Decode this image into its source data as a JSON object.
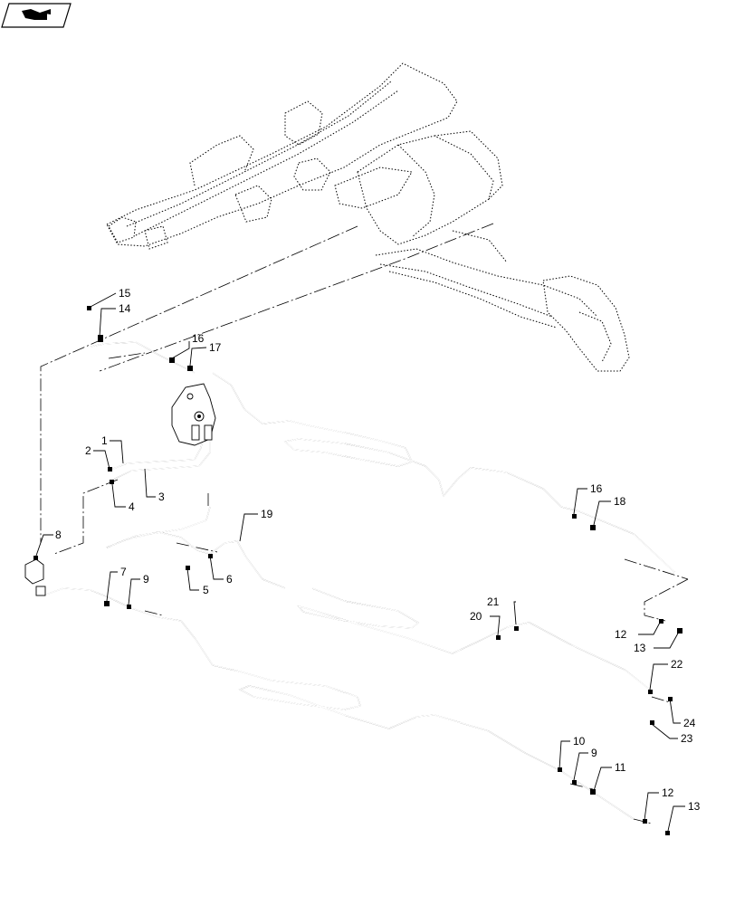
{
  "view_icon": "book-view-icon",
  "callouts": [
    {
      "id": "c15",
      "label": "15"
    },
    {
      "id": "c14",
      "label": "14"
    },
    {
      "id": "c16a",
      "label": "16"
    },
    {
      "id": "c17",
      "label": "17"
    },
    {
      "id": "c1",
      "label": "1"
    },
    {
      "id": "c2",
      "label": "2"
    },
    {
      "id": "c3",
      "label": "3"
    },
    {
      "id": "c4",
      "label": "4"
    },
    {
      "id": "c8",
      "label": "8"
    },
    {
      "id": "c19",
      "label": "19"
    },
    {
      "id": "c5",
      "label": "5"
    },
    {
      "id": "c6",
      "label": "6"
    },
    {
      "id": "c7",
      "label": "7"
    },
    {
      "id": "c9a",
      "label": "9"
    },
    {
      "id": "c16b",
      "label": "16"
    },
    {
      "id": "c18",
      "label": "18"
    },
    {
      "id": "c21",
      "label": "21"
    },
    {
      "id": "c20",
      "label": "20"
    },
    {
      "id": "c12a",
      "label": "12"
    },
    {
      "id": "c13a",
      "label": "13"
    },
    {
      "id": "c22",
      "label": "22"
    },
    {
      "id": "c24",
      "label": "24"
    },
    {
      "id": "c23",
      "label": "23"
    },
    {
      "id": "c10",
      "label": "10"
    },
    {
      "id": "c9b",
      "label": "9"
    },
    {
      "id": "c11",
      "label": "11"
    },
    {
      "id": "c12b",
      "label": "12"
    },
    {
      "id": "c13b",
      "label": "13"
    }
  ]
}
